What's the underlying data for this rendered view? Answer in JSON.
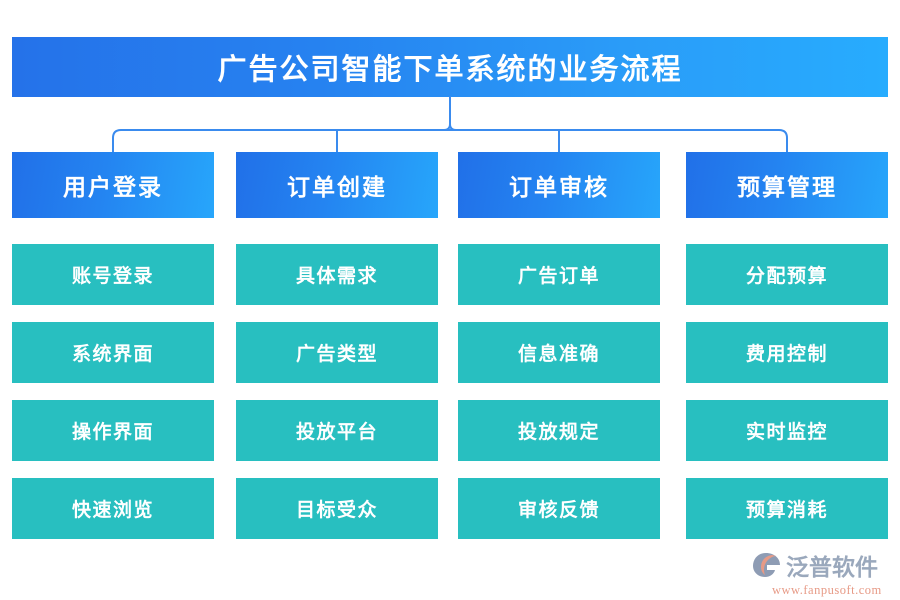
{
  "diagram": {
    "title": "广告公司智能下单系统的业务流程",
    "columns": [
      {
        "header": "用户登录",
        "items": [
          "账号登录",
          "系统界面",
          "操作界面",
          "快速浏览"
        ]
      },
      {
        "header": "订单创建",
        "items": [
          "具体需求",
          "广告类型",
          "投放平台",
          "目标受众"
        ]
      },
      {
        "header": "订单审核",
        "items": [
          "广告订单",
          "信息准确",
          "投放规定",
          "审核反馈"
        ]
      },
      {
        "header": "预算管理",
        "items": [
          "分配预算",
          "费用控制",
          "实时监控",
          "预算消耗"
        ]
      }
    ]
  },
  "logo": {
    "brand": "泛普软件",
    "url": "www.fanpusoft.com",
    "mark_icon": "fanpu-g-logo-icon"
  },
  "colors": {
    "title_gradient_start": "#2572E9",
    "title_gradient_end": "#27ACFE",
    "stage_gradient_start": "#2170E8",
    "stage_gradient_end": "#27A6FB",
    "item_teal": "#28BFC0",
    "connector_line": "#3A8BEE",
    "logo_name": "#9AA8BC",
    "logo_url": "#E79A86",
    "background": "#FFFFFF"
  }
}
